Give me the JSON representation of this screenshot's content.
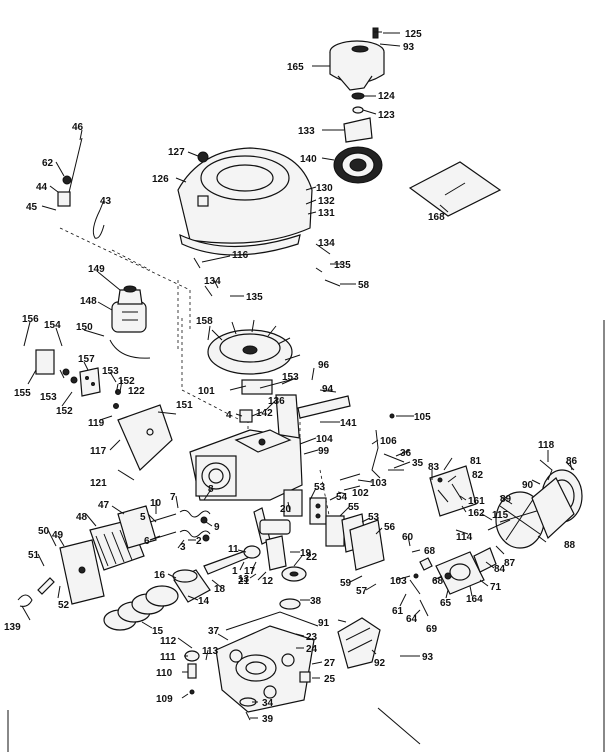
{
  "labels": {
    "l125": "125",
    "l93a": "93",
    "l165": "165",
    "l124": "124",
    "l123": "123",
    "l133": "133",
    "l46": "46",
    "l62": "62",
    "l44": "44",
    "l45": "45",
    "l43": "43",
    "l127": "127",
    "l126": "126",
    "l140": "140",
    "l130": "130",
    "l132": "132",
    "l131": "131",
    "l168": "168",
    "l116": "116",
    "l134a": "134",
    "l135a": "135",
    "l134b": "134",
    "l135b": "135",
    "l58": "58",
    "l149": "149",
    "l148": "148",
    "l156": "156",
    "l154": "154",
    "l150": "150",
    "l158": "158",
    "l96": "96",
    "l155": "155",
    "l157": "157",
    "l153a": "153",
    "l152a": "152",
    "l122": "122",
    "l153b": "153",
    "l152b": "152",
    "l119": "119",
    "l101": "101",
    "l153c": "153",
    "l94": "94",
    "l136": "136",
    "l142": "142",
    "l151": "151",
    "l141": "141",
    "l4": "4",
    "l105": "105",
    "l104": "104",
    "l99": "99",
    "l106": "106",
    "l117": "117",
    "l36": "36",
    "l35": "35",
    "l103": "103",
    "l118": "118",
    "l86": "86",
    "l81": "81",
    "l83": "83",
    "l82": "82",
    "l102": "102",
    "l121": "121",
    "l53a": "53",
    "l54": "54",
    "l89": "89",
    "l90": "90",
    "l8": "8",
    "l47": "47",
    "l10": "10",
    "l7": "7",
    "l20": "20",
    "l55": "55",
    "l161": "161",
    "l162": "162",
    "l48": "48",
    "l5": "5",
    "l9": "9",
    "l53b": "53",
    "l114": "114",
    "l115": "115",
    "l6": "6",
    "l3": "3",
    "l2": "2",
    "l56": "56",
    "l50": "50",
    "l49": "49",
    "l11": "11",
    "l19": "19",
    "l60": "60",
    "l68a": "68",
    "l88": "88",
    "l87": "87",
    "l51": "51",
    "l1": "1",
    "l17": "17",
    "l22": "22",
    "l12": "12",
    "l21": "21",
    "l103b": "103",
    "l16": "16",
    "l13": "13",
    "l68b": "68",
    "l84": "84",
    "l71": "71",
    "l18": "18",
    "l52": "52",
    "l14": "14",
    "l59": "59",
    "l57": "57",
    "l65": "65",
    "l164": "164",
    "l61": "61",
    "l64": "64",
    "l69": "69",
    "l38": "38",
    "l139": "139",
    "l15": "15",
    "l91": "91",
    "l112": "112",
    "l37": "37",
    "l113": "113",
    "l23": "23",
    "l111": "111",
    "l24": "24",
    "l92": "92",
    "l93b": "93",
    "l27": "27",
    "l110": "110",
    "l25": "25",
    "l109": "109",
    "l34": "34",
    "l39": "39"
  }
}
